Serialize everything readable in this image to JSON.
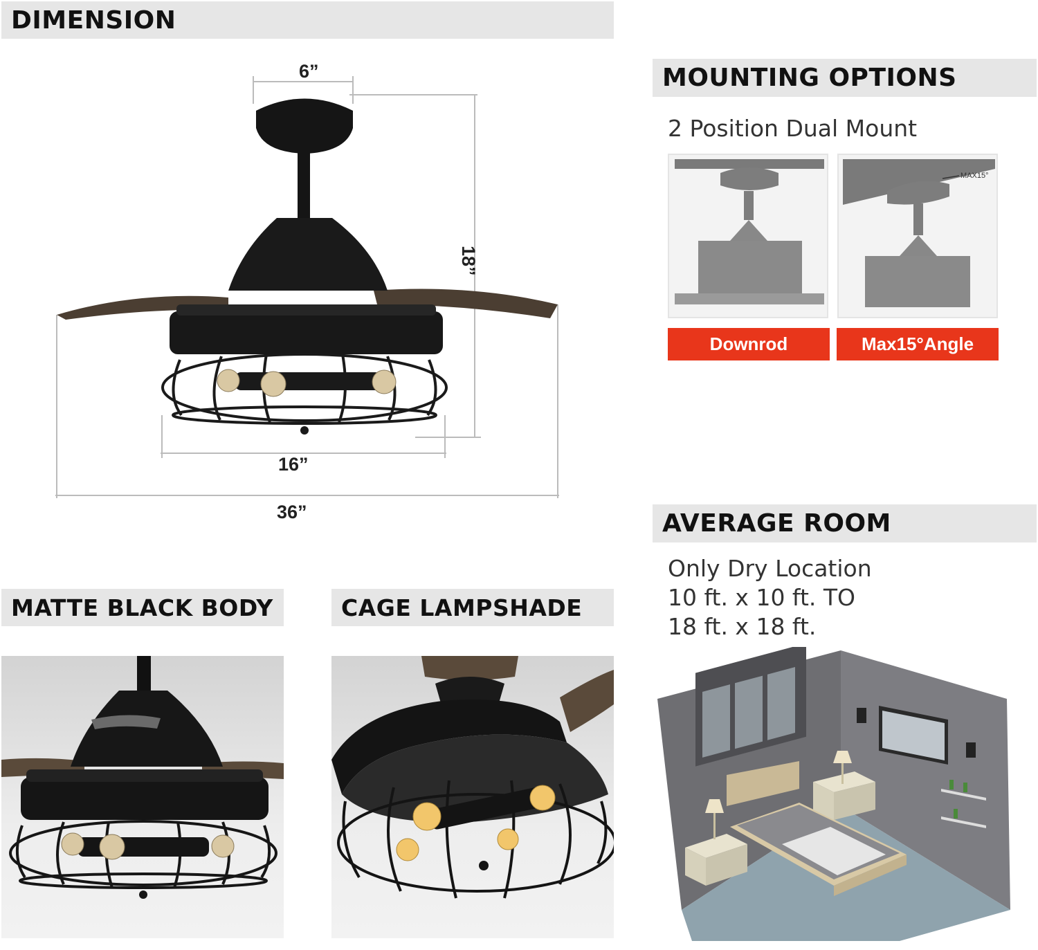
{
  "sections": {
    "dimension": {
      "title": "DIMENSION",
      "measures": {
        "top": "6”",
        "height": "18”",
        "cage": "16”",
        "span": "36”"
      }
    },
    "mounting": {
      "title": "MOUNTING OPTIONS",
      "subtitle": "2 Position Dual Mount",
      "options": [
        {
          "label": "Downrod"
        },
        {
          "label": "Max15°Angle",
          "angle_tag": "MAX15°"
        }
      ],
      "accent": "#e8361b"
    },
    "room": {
      "title": "AVERAGE ROOM",
      "lines": [
        "Only Dry Location",
        "10 ft. x 10 ft. TO",
        "18 ft. x 18 ft."
      ]
    },
    "body": {
      "title": "MATTE BLACK BODY"
    },
    "cage": {
      "title": "CAGE LAMPSHADE"
    }
  }
}
